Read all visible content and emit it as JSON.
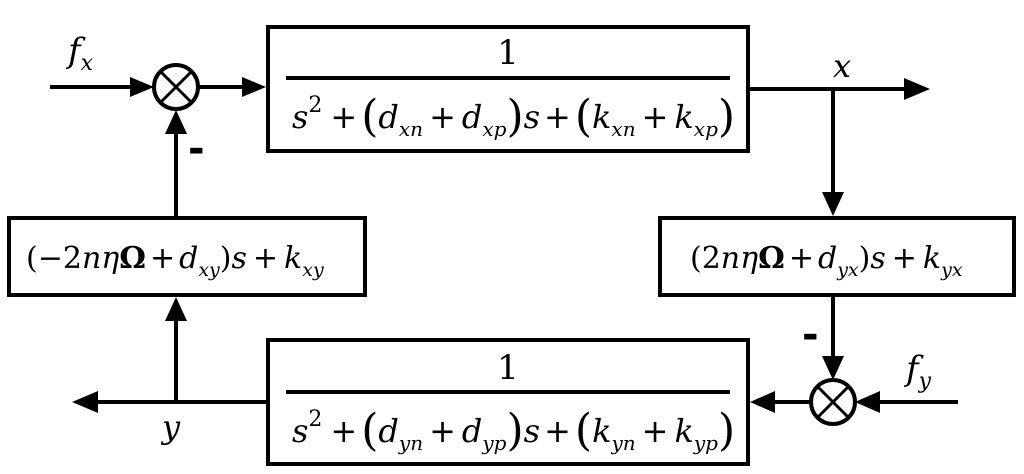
{
  "signals": {
    "fx": {
      "main": "f",
      "sub": "x"
    },
    "fy": {
      "main": "f",
      "sub": "y"
    },
    "x": "x",
    "y": "y",
    "minus_top": "-",
    "minus_right": "-"
  },
  "blocks": {
    "top": {
      "numerator": "1",
      "den": {
        "s": "s",
        "sup": "2",
        "plus1": "+",
        "lp1": "(",
        "d1": "d",
        "d1sub": "xn",
        "plus2": "+",
        "d2": "d",
        "d2sub": "xp",
        "rp1": ")",
        "s2": "s",
        "plus3": "+",
        "lp2": "(",
        "k1": "k",
        "k1sub": "xn",
        "plus4": "+",
        "k2": "k",
        "k2sub": "xp",
        "rp2": ")"
      }
    },
    "bottom": {
      "numerator": "1",
      "den": {
        "s": "s",
        "sup": "2",
        "plus1": "+",
        "lp1": "(",
        "d1": "d",
        "d1sub": "yn",
        "plus2": "+",
        "d2": "d",
        "d2sub": "yp",
        "rp1": ")",
        "s2": "s",
        "plus3": "+",
        "lp2": "(",
        "k1": "k",
        "k1sub": "yn",
        "plus4": "+",
        "k2": "k",
        "k2sub": "yp",
        "rp2": ")"
      }
    },
    "left": {
      "pre": "(−2",
      "n": "n",
      "eta": "η",
      "omega": "Ω",
      "plus1": "+",
      "d": "d",
      "dsub": "xy",
      "post": ")",
      "s": "s",
      "plus2": "+",
      "k": "k",
      "ksub": "xy"
    },
    "right": {
      "pre": "(2",
      "n": "n",
      "eta": "η",
      "omega": "Ω",
      "plus1": "+",
      "d": "d",
      "dsub": "yx",
      "post": ")",
      "s": "s",
      "plus2": "+",
      "k": "k",
      "ksub": "yx"
    }
  }
}
